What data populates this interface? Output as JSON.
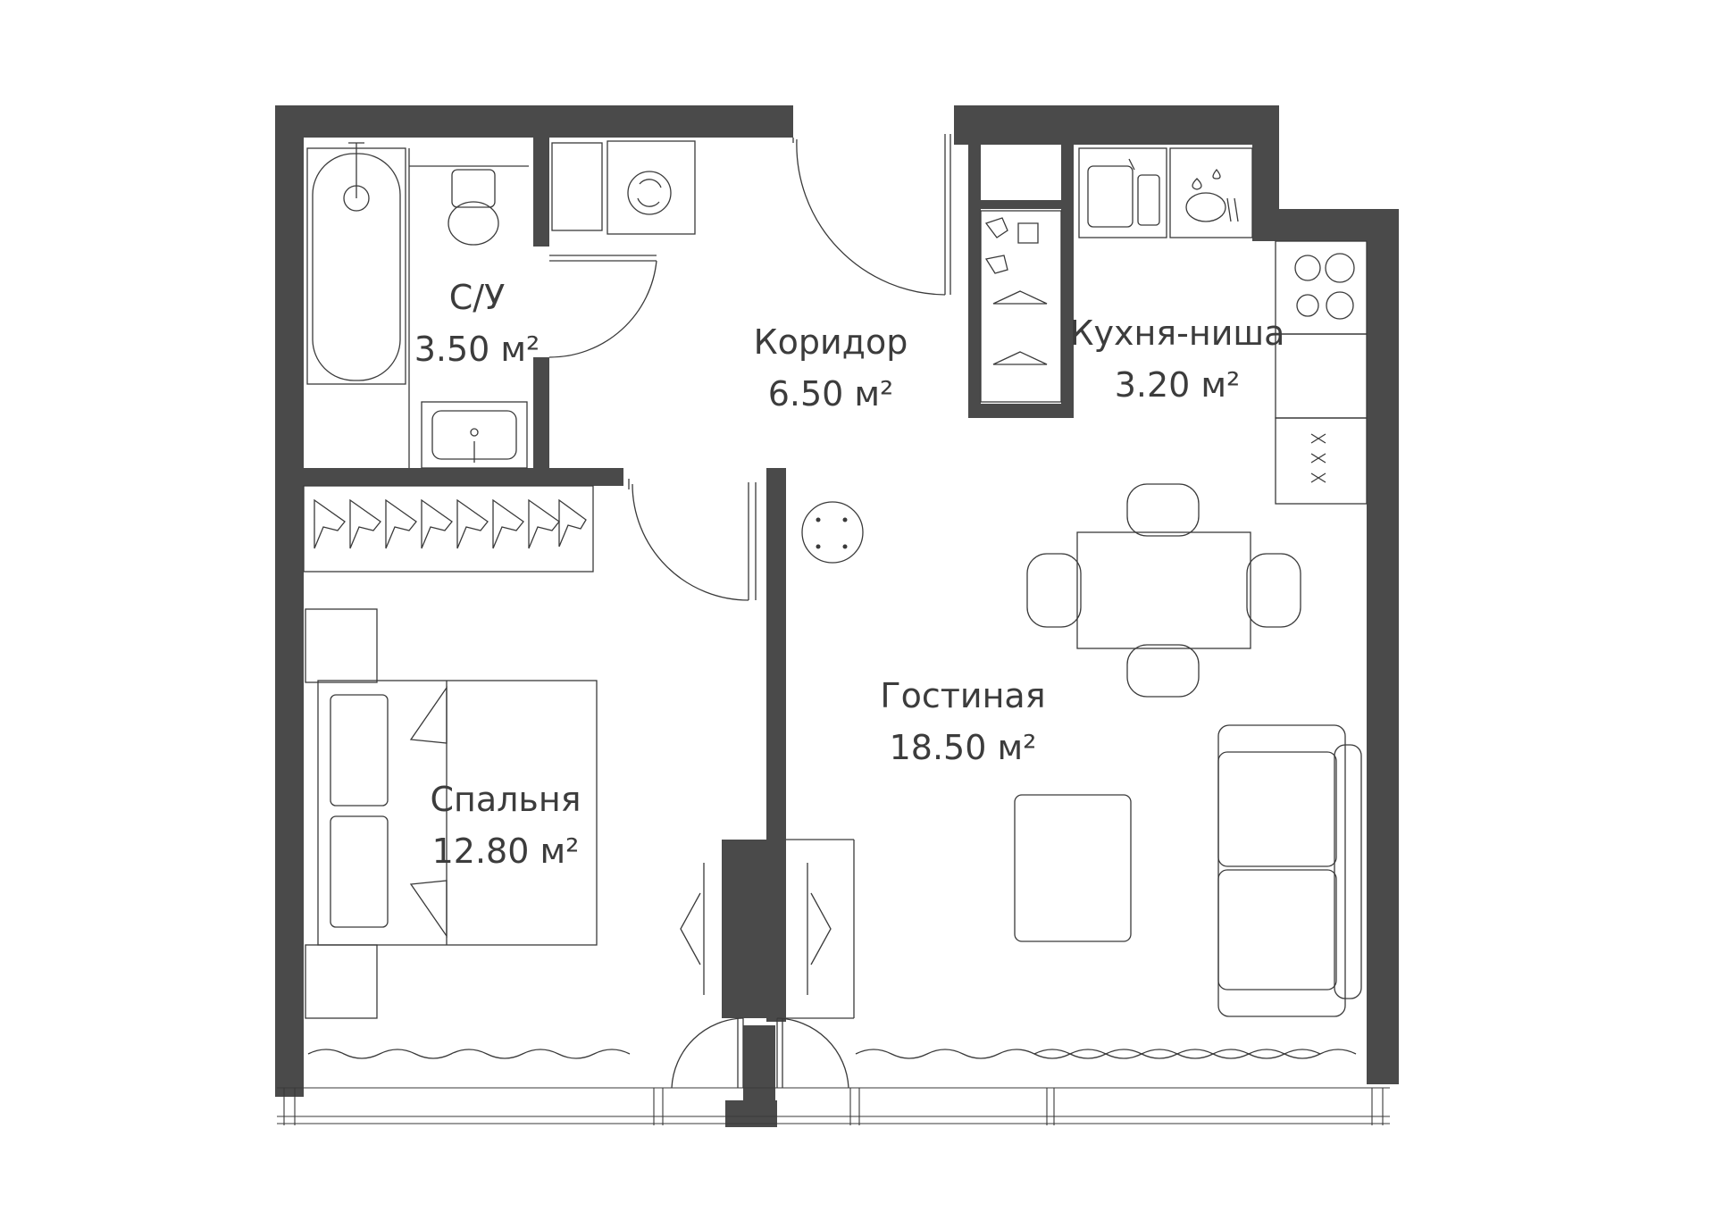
{
  "colors": {
    "wall": "#4a4a4a",
    "line": "#3a3a3a",
    "text": "#3c3c3c",
    "background": "#ffffff"
  },
  "rooms": {
    "bathroom": {
      "name": "С/У",
      "area": "3.50 м²"
    },
    "corridor": {
      "name": "Коридор",
      "area": "6.50 м²"
    },
    "kitchen": {
      "name": "Кухня-ниша",
      "area": "3.20 м²"
    },
    "living": {
      "name": "Гостиная",
      "area": "18.50 м²"
    },
    "bedroom": {
      "name": "Спальня",
      "area": "12.80 м²"
    }
  },
  "icons": [
    "bathtub-icon",
    "toilet-icon",
    "sink-icon",
    "washing-machine-icon",
    "kitchen-sink-icon",
    "dishwasher-icon",
    "cooktop-icon",
    "oven-icon",
    "dining-table-icon",
    "sofa-icon",
    "coffee-table-icon",
    "double-bed-icon",
    "wardrobe-icon",
    "round-table-icon",
    "door-icon",
    "window-icon",
    "curtain-icon"
  ]
}
